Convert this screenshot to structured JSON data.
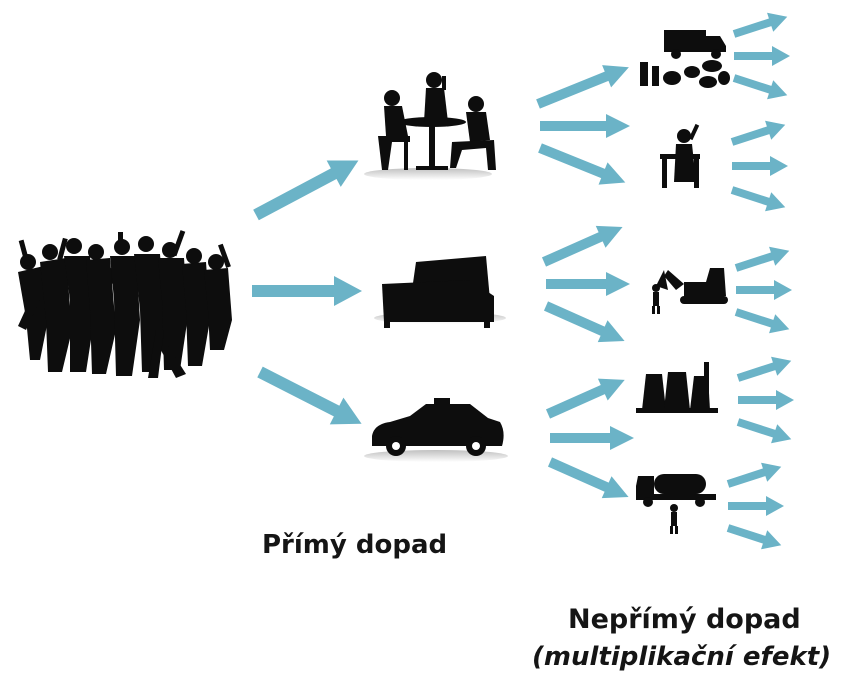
{
  "labels": {
    "direct": "Přímý dopad",
    "indirect": "Nepřímý dopad",
    "indirect_note": "(multiplikační efekt)"
  },
  "colors": {
    "arrow": "#6bb3c7",
    "silhouette": "#0d0d0d",
    "background": "#ffffff"
  },
  "icons": {
    "source": "crowd-of-people-icon",
    "direct": [
      "restaurant-diners-icon",
      "hotel-bed-icon",
      "taxi-car-icon"
    ],
    "indirect": [
      "delivery-truck-goods-icon",
      "bartender-icon",
      "excavator-worker-icon",
      "power-plant-icon",
      "tanker-truck-worker-icon"
    ]
  }
}
